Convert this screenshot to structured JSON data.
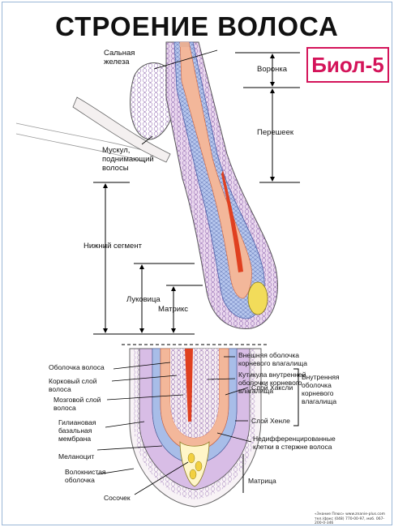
{
  "title": "СТРОЕНИЕ ВОЛОСА",
  "badge": "Биол-5",
  "labels": {
    "sebaceous_gland": "Сальная\nжелеза",
    "arrector_muscle": "Мускул,\nподнимающий\nволосы",
    "funnel": "Воронка",
    "isthmus": "Перешеек",
    "lower_segment": "Нижний сегмент",
    "bulb": "Луковица",
    "matrix_top": "Матрикс",
    "hair_cuticle": "Оболочка волоса",
    "cortex": "Корковый слой\nволоса",
    "medulla": "Мозговой слой\nволоса",
    "glassy_membrane": "Гилиановая\nбазальная\nмембрана",
    "melanocyte": "Меланоцит",
    "fibrous_sheath": "Волокнистая\nоболочка",
    "papilla": "Сосочек",
    "outer_root_sheath": "Внешняя оболочка\nкорневого влагалища",
    "inner_cuticle": "Кутикула внутренней\nоболочки корневого\nвлагалища",
    "inner_root_sheath": "Внутренняя\nоболочка\nкорневого\nвлагалища",
    "huxley": "Слой Хаксли",
    "henle": "Слой Хенле",
    "undiff_cells": "Недифференцированные\nклетки в стержне волоса",
    "matrix_bottom": "Матрица"
  },
  "footer": "«Знание Плюс» www.znanie-plus.com тел./факс (048) 770-00-97, моб. 067-200-0-346",
  "colors": {
    "badge": "#d4145a",
    "medulla": "#e04020",
    "cortex": "#f0a07a",
    "inner_sheath": "#8ea8e0",
    "outer_sheath": "#c8a8d8",
    "papilla": "#f2dc5a"
  }
}
